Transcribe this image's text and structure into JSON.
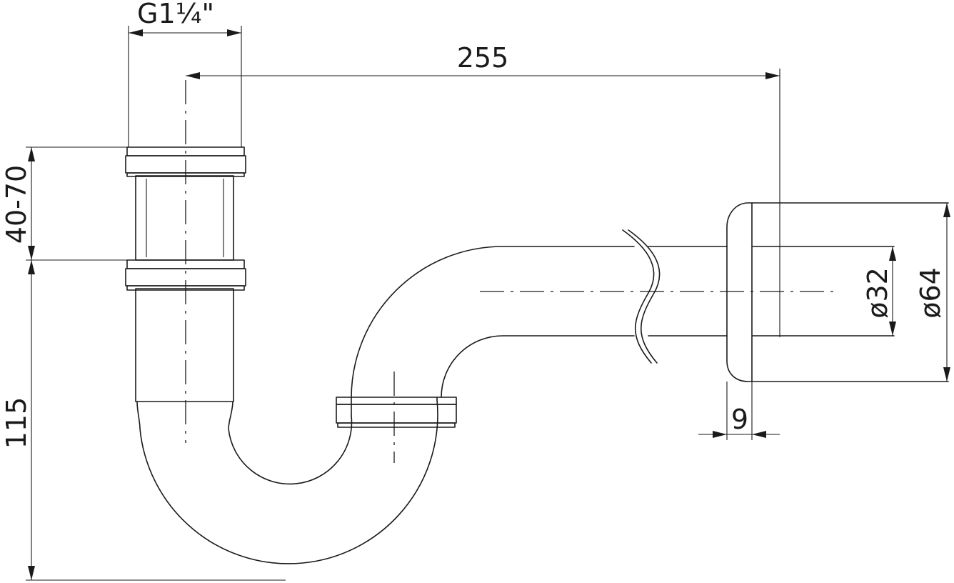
{
  "dimensions": {
    "thread": "G1¼\"",
    "horizontal_length": "255",
    "height_adjust": "40-70",
    "height": "115",
    "pipe_diameter": "ø32",
    "rosette_diameter": "ø64",
    "rosette_depth": "9"
  },
  "colors": {
    "line": "#1a1a1a",
    "background": "#ffffff"
  }
}
